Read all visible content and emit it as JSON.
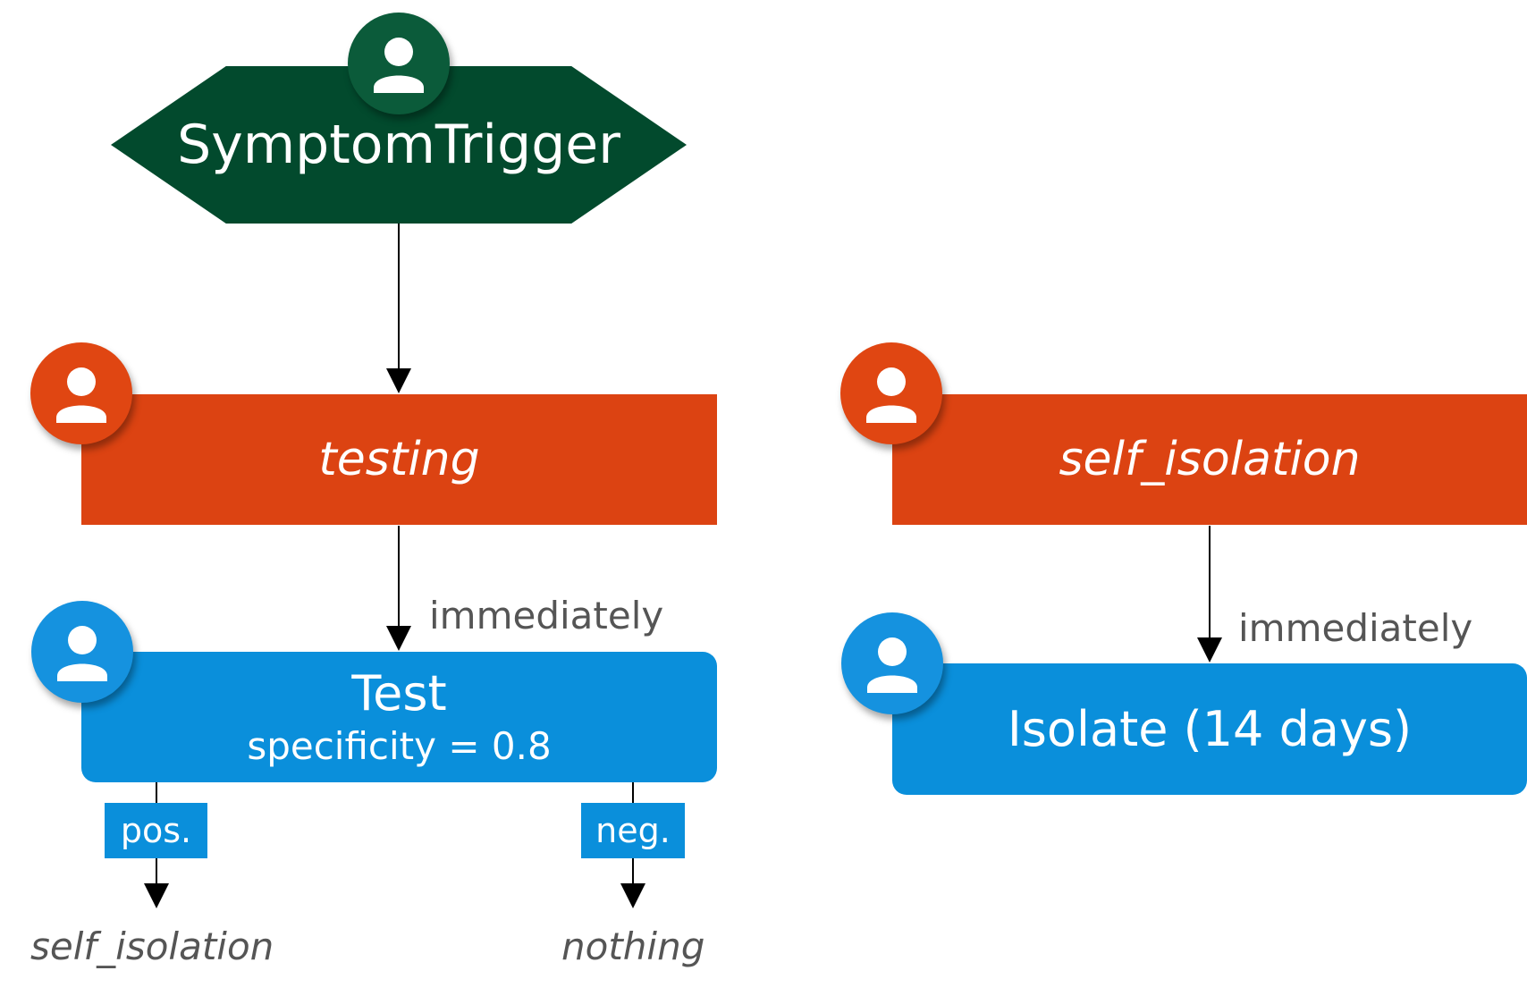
{
  "colors": {
    "trigger": "#024a2d",
    "trigger_avatar": "#0b5b3a",
    "intervention": "#dc4312",
    "intervention_avatar": "#e04612",
    "action": "#0a8fdb",
    "action_avatar": "#1592df",
    "caption_text": "#555555"
  },
  "trigger": {
    "label": "SymptomTrigger",
    "icon": "person-icon"
  },
  "interventions": [
    {
      "label": "testing",
      "icon": "person-icon",
      "timing": "immediately",
      "action": {
        "title": "Test",
        "detail": "specificity = 0.8",
        "icon": "person-icon"
      },
      "branches": [
        {
          "tag": "pos.",
          "outcome": "self_isolation"
        },
        {
          "tag": "neg.",
          "outcome": "nothing"
        }
      ]
    },
    {
      "label": "self_isolation",
      "icon": "person-icon",
      "timing": "immediately",
      "action": {
        "title": "Isolate (14 days)",
        "icon": "person-icon"
      }
    }
  ]
}
